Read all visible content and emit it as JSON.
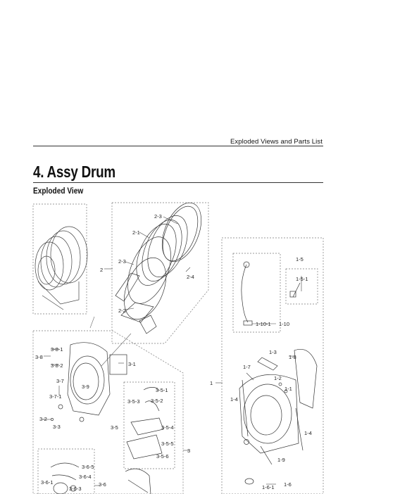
{
  "header": {
    "section_title": "Exploded Views and Parts List"
  },
  "main": {
    "chapter_title": "4. Assy Drum",
    "subtitle": "Exploded View"
  },
  "callouts": {
    "p2": "2",
    "p2_1": "2-1",
    "p2_2": "2-2",
    "p2_3a": "2-3",
    "p2_3b": "2-3",
    "p2_4": "2-4",
    "p1": "1",
    "p1_1": "1-1",
    "p1_2": "1-2",
    "p1_3": "1-3",
    "p1_4a": "1-4",
    "p1_4b": "1-4",
    "p1_5": "1-5",
    "p1_5_1": "1-5-1",
    "p1_6": "1-6",
    "p1_6_1": "1-6-1",
    "p1_7": "1-7",
    "p1_8": "1-8",
    "p1_9": "1-9",
    "p1_10": "1-10",
    "p1_10_1": "1-10-1",
    "p3": "3",
    "p3_1": "3-1",
    "p3_2": "3-2",
    "p3_3": "3-3",
    "p3_5": "3-5",
    "p3_5_1": "3-5-1",
    "p3_5_2": "3-5-2",
    "p3_5_3": "3-5-3",
    "p3_5_4": "3-5-4",
    "p3_5_5": "3-5-5",
    "p3_5_6": "3-5-6",
    "p3_6": "3-6",
    "p3_6_1": "3-6-1",
    "p3_6_3": "3-6-3",
    "p3_6_4": "3-6-4",
    "p3_6_5": "3-6-5",
    "p3_7": "3-7",
    "p3_7_1": "3-7-1",
    "p3_8": "3-8",
    "p3_8_1": "3-8-1",
    "p3_8_2": "3-8-2",
    "p3_9": "3-9"
  }
}
